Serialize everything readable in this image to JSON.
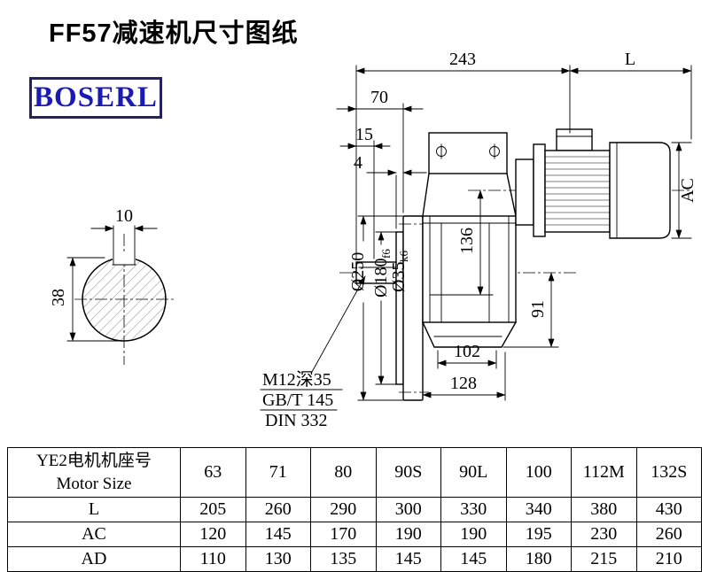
{
  "page": {
    "title": "FF57减速机尺寸图纸",
    "logo": "BOSERL"
  },
  "drawing": {
    "dims": {
      "d243": "243",
      "dL": "L",
      "d70": "70",
      "d15": "15",
      "d4": "4",
      "d10": "10",
      "d38": "38",
      "d250": "Ø250",
      "d180m": "Ø180",
      "d180t": "f6",
      "d35m": "Ø35",
      "d35t": "k6",
      "d136": "136",
      "d91": "91",
      "d102": "102",
      "d128": "128",
      "dAC": "AC"
    },
    "notes": {
      "tap": "M12深35",
      "std_gb": "GB/T 145",
      "std_din": "DIN 332"
    }
  },
  "table": {
    "row_header": {
      "cn": "YE2电机机座号",
      "en": "Motor Size"
    },
    "motor_sizes": [
      "63",
      "71",
      "80",
      "90S",
      "90L",
      "100",
      "112M",
      "132S"
    ],
    "rows": [
      {
        "label": "L",
        "values": [
          "205",
          "260",
          "290",
          "300",
          "330",
          "340",
          "380",
          "430"
        ]
      },
      {
        "label": "AC",
        "values": [
          "120",
          "145",
          "170",
          "190",
          "190",
          "195",
          "230",
          "260"
        ]
      },
      {
        "label": "AD",
        "values": [
          "110",
          "130",
          "135",
          "145",
          "145",
          "180",
          "215",
          "210"
        ]
      }
    ]
  }
}
